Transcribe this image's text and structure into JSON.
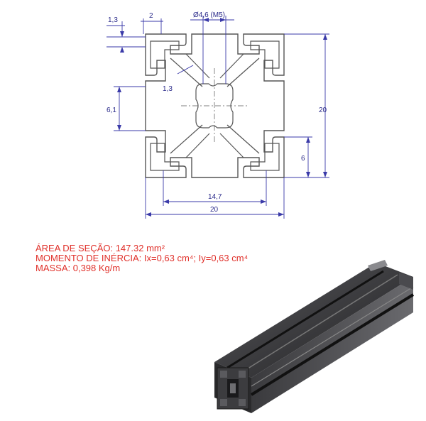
{
  "dimensions": {
    "wall_thickness": "1,3",
    "slot_opening": "2",
    "center_hole": "Ø4,6 (M5)",
    "inner_wall": "1,3",
    "slot_depth": "6,1",
    "profile_height": "20",
    "slot_offset": "6",
    "inner_width": "14,7",
    "profile_width": "20"
  },
  "properties": {
    "area": "ÁREA DE SEÇÃO: 147.32 mm²",
    "inertia": "MOMENTO DE INÉRCIA: Ix=0,63 cm⁴; Iy=0,63 cm⁴",
    "mass": "MASSA: 0,398 Kg/m"
  },
  "colors": {
    "dimension": "#2a2a8a",
    "outline": "#555555",
    "properties_text": "#e0302a",
    "extrusion_dark": "#2c2c2e"
  }
}
